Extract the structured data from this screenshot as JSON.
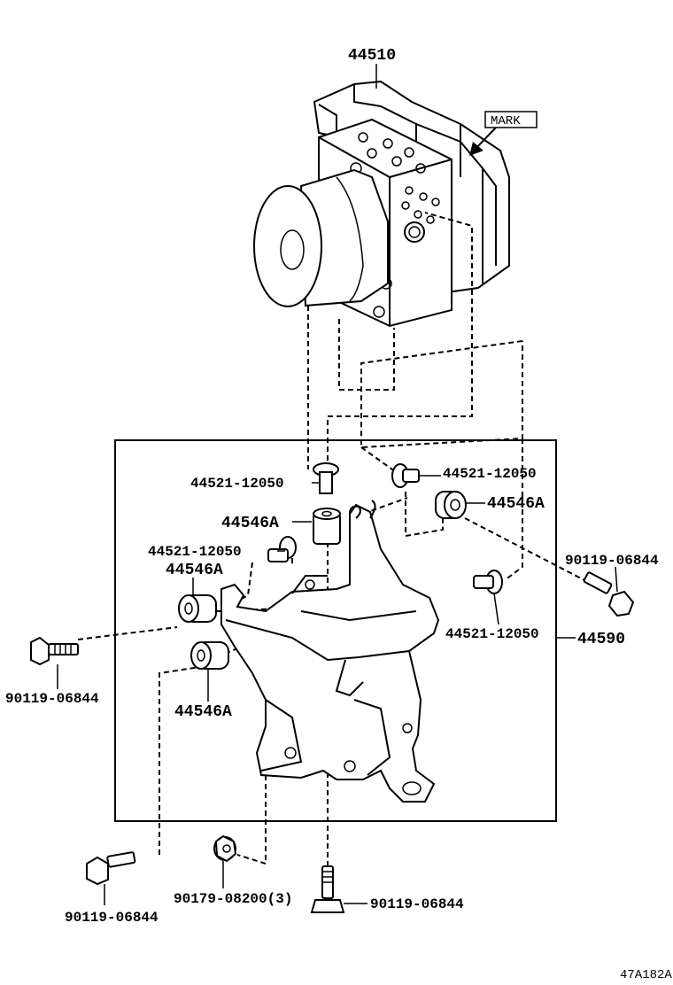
{
  "labels": {
    "actuator": "44510",
    "mark": "MARK",
    "bracket": "44590",
    "figure_code": "47A182A"
  },
  "callouts": [
    {
      "id": "sleeve-1",
      "text": "44521-12050"
    },
    {
      "id": "sleeve-2",
      "text": "44521-12050"
    },
    {
      "id": "sleeve-3",
      "text": "44521-12050"
    },
    {
      "id": "sleeve-4",
      "text": "44521-12050"
    },
    {
      "id": "cushion-1",
      "text": "44546A"
    },
    {
      "id": "cushion-2",
      "text": "44546A"
    },
    {
      "id": "cushion-3",
      "text": "44546A"
    },
    {
      "id": "cushion-4",
      "text": "44546A"
    },
    {
      "id": "bolt-1",
      "text": "90119-06844"
    },
    {
      "id": "bolt-2",
      "text": "90119-06844"
    },
    {
      "id": "bolt-3",
      "text": "90119-06844"
    },
    {
      "id": "bolt-4",
      "text": "90119-06844"
    },
    {
      "id": "nut",
      "text": "90179-08200(3)"
    }
  ]
}
